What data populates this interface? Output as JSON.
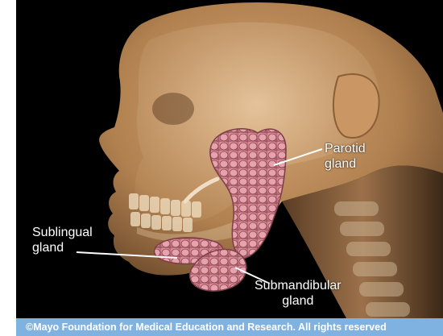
{
  "labels": {
    "parotid": {
      "line1": "Parotid",
      "line2": "gland"
    },
    "sublingual": {
      "line1": "Sublingual",
      "line2": "gland"
    },
    "submandibular": {
      "line1": "Submandibular",
      "line2": "gland"
    }
  },
  "footer": {
    "copyright": "©Mayo Foundation for Medical Education and Research.  All rights reserved"
  },
  "colors": {
    "background": "#000000",
    "skin": "#b88a5c",
    "gland": "#d98f9a",
    "footer_bar": "#7fb2e0",
    "label_text": "#ffffff"
  }
}
